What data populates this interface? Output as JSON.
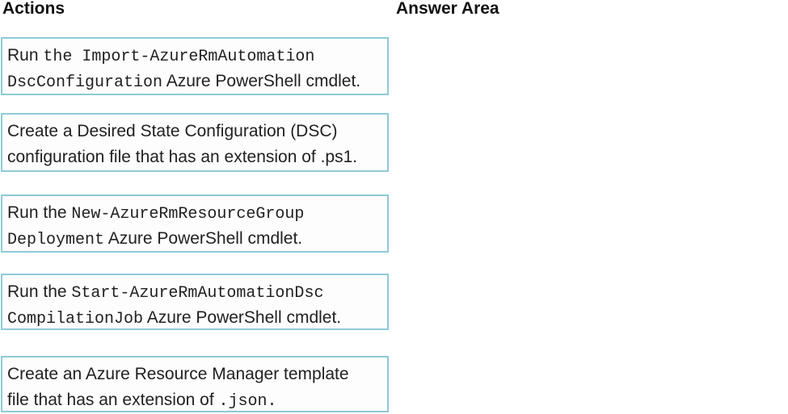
{
  "headers": {
    "actions": "Actions",
    "answer_area": "Answer Area"
  },
  "colors": {
    "box_border": "#8ecad9",
    "box_background": "#fdfdfd",
    "text": "#212121",
    "header_text": "#111111"
  },
  "actions": [
    {
      "lines": [
        [
          {
            "text": "Run ",
            "mono": false
          },
          {
            "text": "the Import-AzureRmAutomation",
            "mono": true
          }
        ],
        [
          {
            "text": "DscConfiguration",
            "mono": true
          },
          {
            "text": " Azure PowerShell cmdlet.",
            "mono": false
          }
        ]
      ]
    },
    {
      "lines": [
        [
          {
            "text": "Create a Desired State Configuration (DSC)",
            "mono": false
          }
        ],
        [
          {
            "text": "configuration file that has an extension of .ps1.",
            "mono": false
          }
        ]
      ]
    },
    {
      "lines": [
        [
          {
            "text": "Run the ",
            "mono": false
          },
          {
            "text": "New-AzureRmResourceGroup",
            "mono": true
          }
        ],
        [
          {
            "text": "Deployment",
            "mono": true
          },
          {
            "text": " Azure PowerShell cmdlet.",
            "mono": false
          }
        ]
      ]
    },
    {
      "lines": [
        [
          {
            "text": "Run the ",
            "mono": false
          },
          {
            "text": "Start-AzureRmAutomationDsc",
            "mono": true
          }
        ],
        [
          {
            "text": "CompilationJob",
            "mono": true
          },
          {
            "text": " Azure PowerShell cmdlet.",
            "mono": false
          }
        ]
      ]
    },
    {
      "lines": [
        [
          {
            "text": "Create an Azure Resource Manager template",
            "mono": false
          }
        ],
        [
          {
            "text": "file that has an extension of ",
            "mono": false
          },
          {
            "text": ".json.",
            "mono": true
          }
        ]
      ]
    }
  ]
}
